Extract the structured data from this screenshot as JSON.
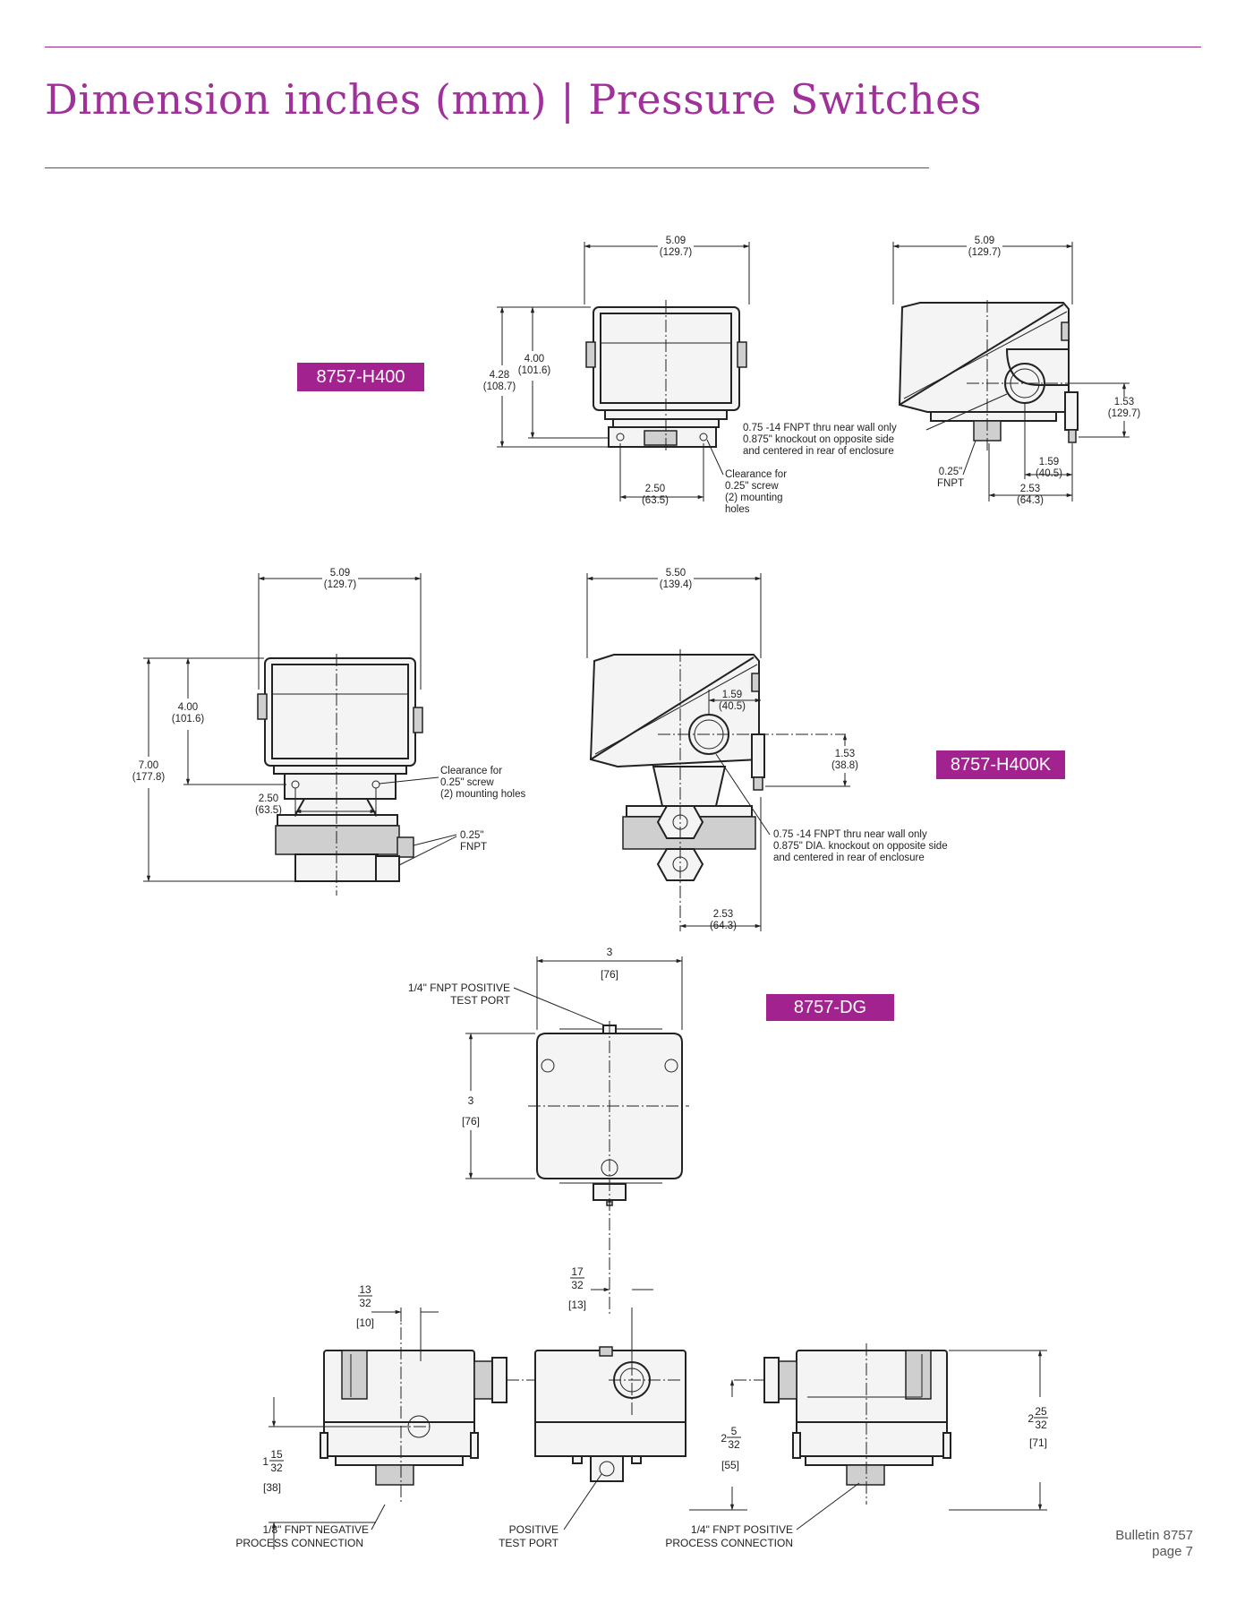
{
  "header": {
    "title": "Dimension inches (mm) | Pressure Switches"
  },
  "models": {
    "h400": "8757-H400",
    "h400k": "8757-H400K",
    "dg": "8757-DG"
  },
  "h400": {
    "front_width": "5.09",
    "front_width_mm": "(129.7)",
    "height_body": "4.00",
    "height_body_mm": "(101.6)",
    "height_total": "4.28",
    "height_total_mm": "(108.7)",
    "mount_spacing": "2.50",
    "mount_spacing_mm": "(63.5)",
    "clearance_note": [
      "Clearance for",
      "0.25\" screw",
      "(2) mounting",
      "holes"
    ],
    "side_width": "5.09",
    "side_width_mm": "(129.7)",
    "fnpt_note": [
      "0.75 -14 FNPT thru near wall only",
      "0.875\" knockout on opposite side",
      "and centered in rear of enclosure"
    ],
    "side_h153": "1.53",
    "side_h153_mm": "(129.7)",
    "side_159": "1.59",
    "side_159_mm": "(40.5)",
    "side_253": "2.53",
    "side_253_mm": "(64.3)",
    "port_label": [
      "0.25\"",
      "FNPT"
    ]
  },
  "h400k": {
    "front_width": "5.09",
    "front_width_mm": "(129.7)",
    "height_body": "4.00",
    "height_body_mm": "(101.6)",
    "height_total": "7.00",
    "height_total_mm": "(177.8)",
    "mount_spacing": "2.50",
    "mount_spacing_mm": "(63.5)",
    "clearance_note": [
      "Clearance for",
      "0.25\" screw",
      "(2) mounting holes"
    ],
    "port_label": [
      "0.25\"",
      "FNPT"
    ],
    "side_width": "5.50",
    "side_width_mm": "(139.4)",
    "side_159": "1.59",
    "side_159_mm": "(40.5)",
    "side_153": "1.53",
    "side_153_mm": "(38.8)",
    "fnpt_note": [
      "0.75 -14 FNPT thru near wall only",
      "0.875\" DIA. knockout on opposite side",
      "and centered in rear of enclosure"
    ],
    "side_253": "2.53",
    "side_253_mm": "(64.3)"
  },
  "dg": {
    "top_width": "3",
    "top_width_mm": "[76]",
    "top_height": "3",
    "top_height_mm": "[76]",
    "test_port_label": [
      "1/4\" FNPT POSITIVE",
      "TEST PORT"
    ],
    "left_offset": [
      "13",
      "32",
      "[10]"
    ],
    "center_offset": [
      "17",
      "32",
      "[13]"
    ],
    "left_height": [
      "1",
      "15",
      "32",
      "[38]"
    ],
    "center_height": [
      "2",
      "5",
      "32",
      "[55]"
    ],
    "right_height": [
      "2",
      "25",
      "32",
      "[71]"
    ],
    "neg_label": [
      "1/8\" FNPT NEGATIVE",
      "PROCESS CONNECTION"
    ],
    "pos_test_label": [
      "POSITIVE",
      "TEST PORT"
    ],
    "pos_proc_label": [
      "1/4\" FNPT POSITIVE",
      "PROCESS CONNECTION"
    ]
  },
  "footer": {
    "bulletin": "Bulletin 8757",
    "page": "page 7"
  }
}
